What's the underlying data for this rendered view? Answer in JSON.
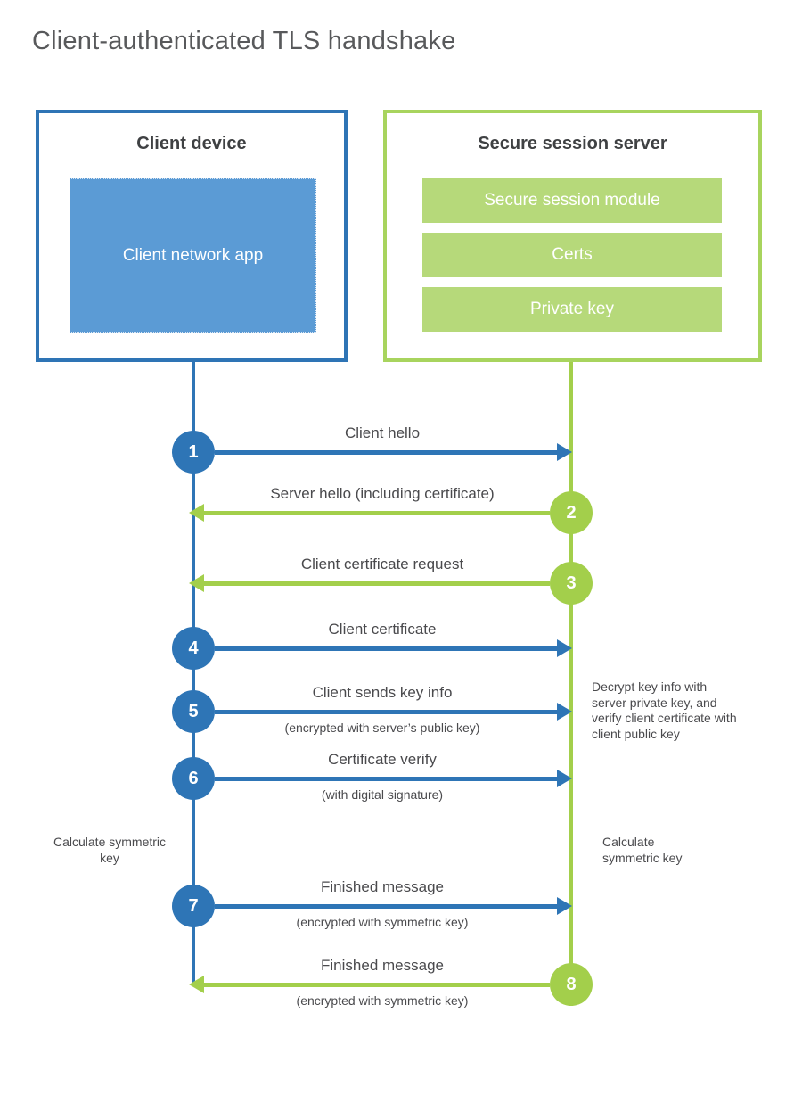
{
  "title": "Client-authenticated TLS handshake",
  "colors": {
    "blue_accent": "#2e75b6",
    "blue_fill": "#5b9bd5",
    "green_accent": "#a3cf4b",
    "green_border": "#a8d45e",
    "green_fill": "#b6d97a",
    "title_text": "#58595b",
    "body_text": "#4a4a4d"
  },
  "client": {
    "title": "Client device",
    "app_label": "Client network app"
  },
  "server": {
    "title": "Secure session server",
    "modules": [
      "Secure session module",
      "Certs",
      "Private key"
    ]
  },
  "steps": [
    {
      "number": "1",
      "label": "Client hello",
      "sublabel": "",
      "from": "client",
      "to": "server"
    },
    {
      "number": "2",
      "label": "Server hello (including certificate)",
      "sublabel": "",
      "from": "server",
      "to": "client"
    },
    {
      "number": "3",
      "label": "Client certificate request",
      "sublabel": "",
      "from": "server",
      "to": "client"
    },
    {
      "number": "4",
      "label": "Client certificate",
      "sublabel": "",
      "from": "client",
      "to": "server"
    },
    {
      "number": "5",
      "label": "Client sends key info",
      "sublabel": "(encrypted with server’s public key)",
      "from": "client",
      "to": "server"
    },
    {
      "number": "6",
      "label": "Certificate verify",
      "sublabel": "(with digital signature)",
      "from": "client",
      "to": "server"
    },
    {
      "number": "7",
      "label": "Finished message",
      "sublabel": "(encrypted with symmetric key)",
      "from": "client",
      "to": "server"
    },
    {
      "number": "8",
      "label": "Finished message",
      "sublabel": "(encrypted with symmetric key)",
      "from": "server",
      "to": "client"
    }
  ],
  "notes": {
    "decrypt": "Decrypt key info with server private key, and verify client certificate with client public key",
    "calc_client": "Calculate symmetric key",
    "calc_server": "Calculate symmetric key"
  }
}
